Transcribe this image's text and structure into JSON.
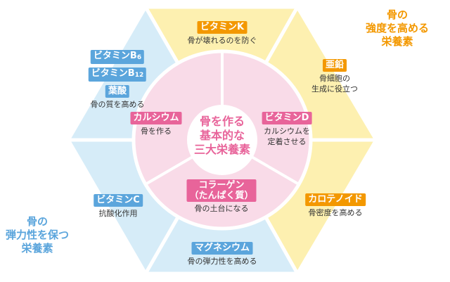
{
  "colors": {
    "yellow": "#fdf0b0",
    "blue": "#d6ecf8",
    "pink": "#f9dbe8",
    "pink_accent": "#e8649a",
    "orange": "#f39800",
    "blue_accent": "#5ba5dc"
  },
  "headings": {
    "strength": [
      "骨の",
      "強度を高める",
      "栄養素"
    ],
    "elasticity": [
      "骨の",
      "弾力性を保つ",
      "栄養素"
    ],
    "center": [
      "骨を作る",
      "基本的な",
      "三大栄養素"
    ]
  },
  "outer": {
    "vitamin_k": {
      "tag": "ビタミンK",
      "desc": "骨が壊れるのを防ぐ"
    },
    "zinc": {
      "tag": "亜鉛",
      "desc": [
        "骨細胞の",
        "生成に役立つ"
      ]
    },
    "carotenoid": {
      "tag": "カロテノイド",
      "desc": "骨密度を高める"
    },
    "magnesium": {
      "tag": "マグネシウム",
      "desc": "骨の弾力性を高める"
    },
    "vitamin_c": {
      "tag": "ビタミンC",
      "desc": "抗酸化作用"
    },
    "b_group": {
      "tags": [
        "ビタミンB",
        "6",
        "ビタミンB",
        "12",
        "葉酸"
      ],
      "desc": "骨の質を高める"
    }
  },
  "inner": {
    "calcium": {
      "tag": "カルシウム",
      "desc": "骨を作る"
    },
    "vitamin_d": {
      "tag": "ビタミンD",
      "desc": [
        "カルシウムを",
        "定着させる"
      ]
    },
    "collagen": {
      "tag": [
        "コラーゲン",
        "（たんぱく質）"
      ],
      "desc": "骨の土台になる"
    }
  }
}
